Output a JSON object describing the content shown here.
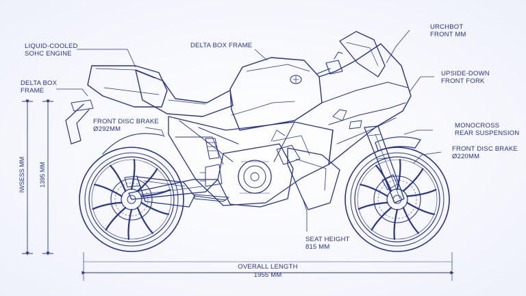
{
  "labels": {
    "engine": [
      "LIQUID-COOLED",
      "SOHC ENGINE"
    ],
    "frame_top": "DELTA BOX FRAME",
    "frame_left": [
      "DELTA BOX",
      "FRAME"
    ],
    "front_mm": [
      "URCHBOT",
      "FRONT MM"
    ],
    "fork": [
      "UPSIDE-DOWN",
      "FRONT FORK"
    ],
    "rear_disc": [
      "FRONT DISC BRAKE",
      "Ø292MM"
    ],
    "suspension": [
      "MONOCROSS",
      "REAR SUSPENSION"
    ],
    "front_disc": [
      "FRONT DISC BRAKE",
      "Ø220MM"
    ],
    "seat": [
      "SEAT HEIGHT",
      "815 MM"
    ],
    "length": [
      "OVERALL LENGTH",
      "1955 MM"
    ]
  },
  "vertical_dims": {
    "outer": "IWSESS MM",
    "inner": "1395 MM"
  },
  "colors": {
    "ink": "#22329a",
    "ink_light": "#6f7fc7",
    "paper": "#f7f8fd"
  }
}
